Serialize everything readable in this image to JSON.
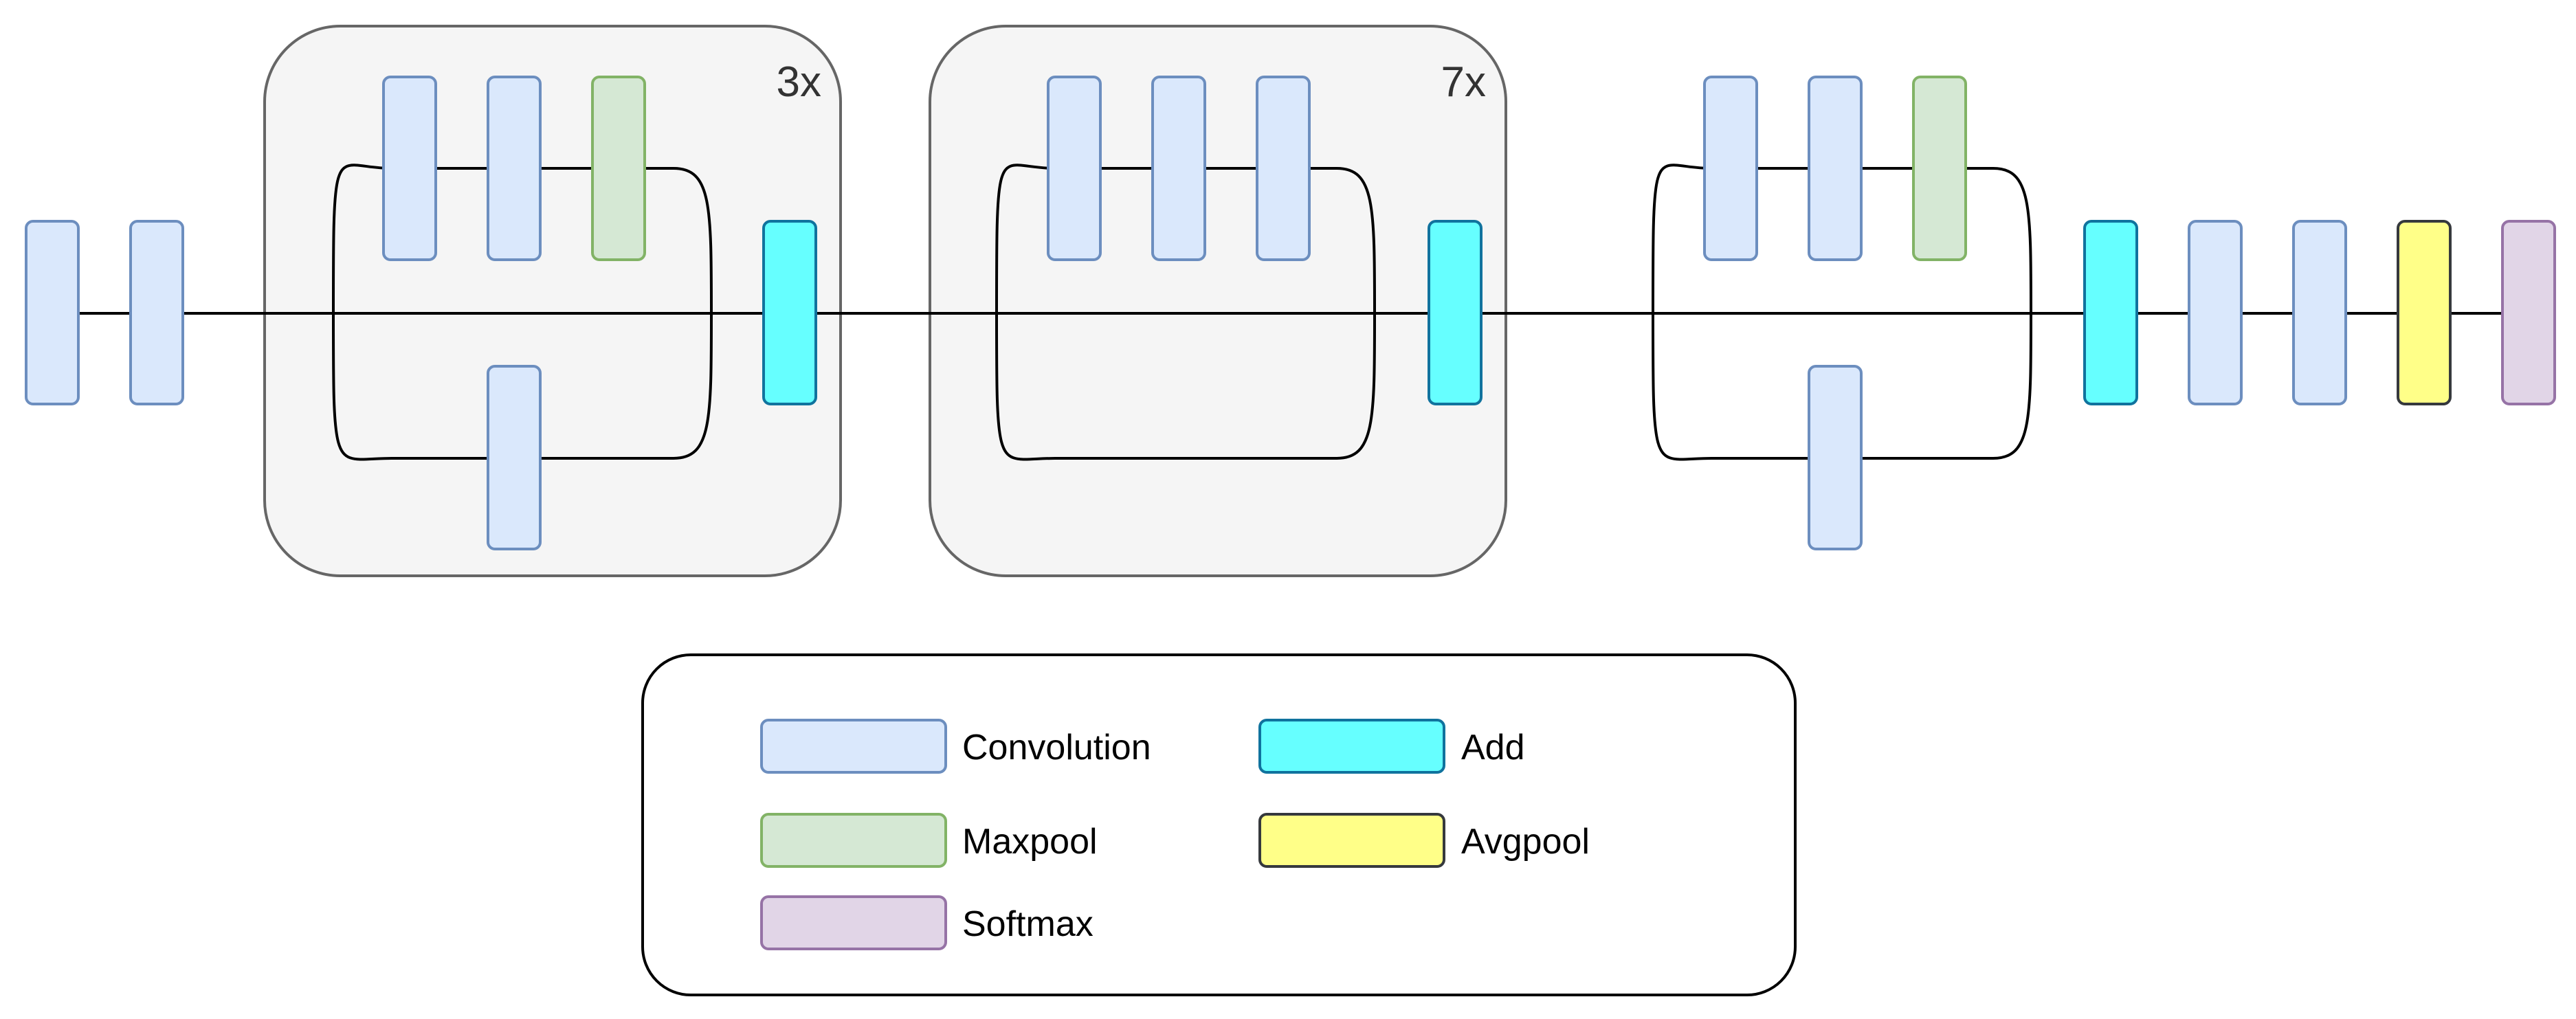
{
  "colors": {
    "convolution": {
      "fill": "#dae8fc",
      "stroke": "#6c8ebf"
    },
    "maxpool": {
      "fill": "#d5e8d4",
      "stroke": "#82b366"
    },
    "add": {
      "fill": "#66ffff",
      "stroke": "#10739e"
    },
    "avgpool": {
      "fill": "#ffff88",
      "stroke": "#36393d"
    },
    "softmax": {
      "fill": "#e1d5e7",
      "stroke": "#9673a6"
    },
    "group_fill": "#f5f5f5",
    "group_stroke": "#666666",
    "line": "#000000"
  },
  "groups": [
    {
      "id": "group-a",
      "label": "3x"
    },
    {
      "id": "group-b",
      "label": "7x"
    }
  ],
  "legend": {
    "items": [
      {
        "key": "convolution",
        "label": "Convolution"
      },
      {
        "key": "add",
        "label": "Add"
      },
      {
        "key": "maxpool",
        "label": "Maxpool"
      },
      {
        "key": "avgpool",
        "label": "Avgpool"
      },
      {
        "key": "softmax",
        "label": "Softmax"
      }
    ]
  }
}
